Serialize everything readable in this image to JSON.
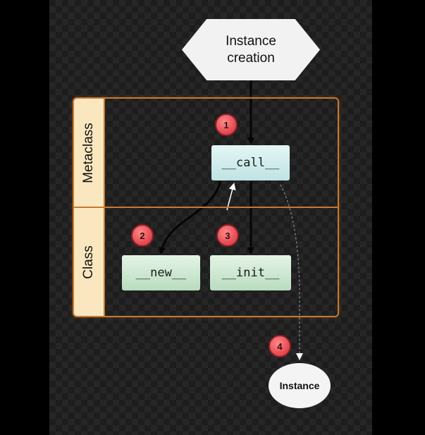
{
  "start_node": {
    "label": "Instance creation"
  },
  "lanes": [
    {
      "label": "Metaclass"
    },
    {
      "label": "Class"
    }
  ],
  "methods": {
    "call": "__call__",
    "new": "__new__",
    "init": "__init__"
  },
  "steps": [
    "1",
    "2",
    "3",
    "4"
  ],
  "end_node": {
    "label": "Instance"
  },
  "colors": {
    "group_border": "#c9792e",
    "lane_label_bg": "#fbe7bf",
    "call_box": "#bfe3e3",
    "class_box": "#b9dcbf",
    "step_badge": "#e0454d"
  }
}
